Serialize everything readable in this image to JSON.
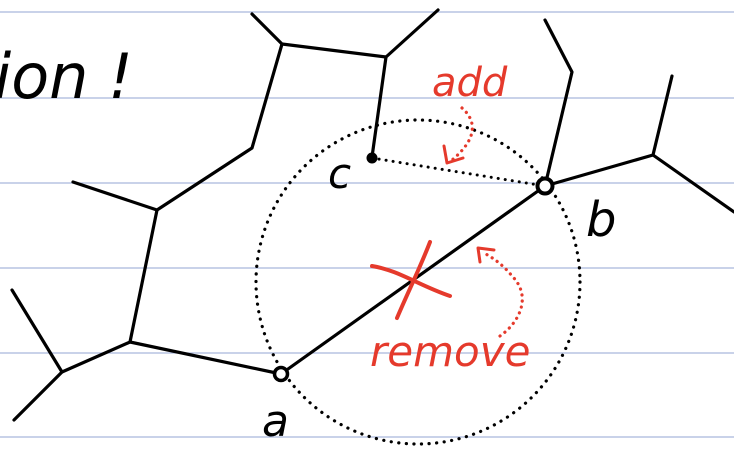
{
  "page": {
    "background": "#ffffff",
    "rule_color": "#a9b7dc"
  },
  "note": {
    "fragment": "ion !",
    "ink_color": "#000000"
  },
  "labels": {
    "a": "a",
    "b": "b",
    "c": "c"
  },
  "annotations": {
    "add": "add",
    "remove": "remove",
    "color": "#e53a2c"
  },
  "diagram": {
    "edge_to_remove": "a–b",
    "edge_to_add": "b–c",
    "circle_style": "dotted"
  }
}
